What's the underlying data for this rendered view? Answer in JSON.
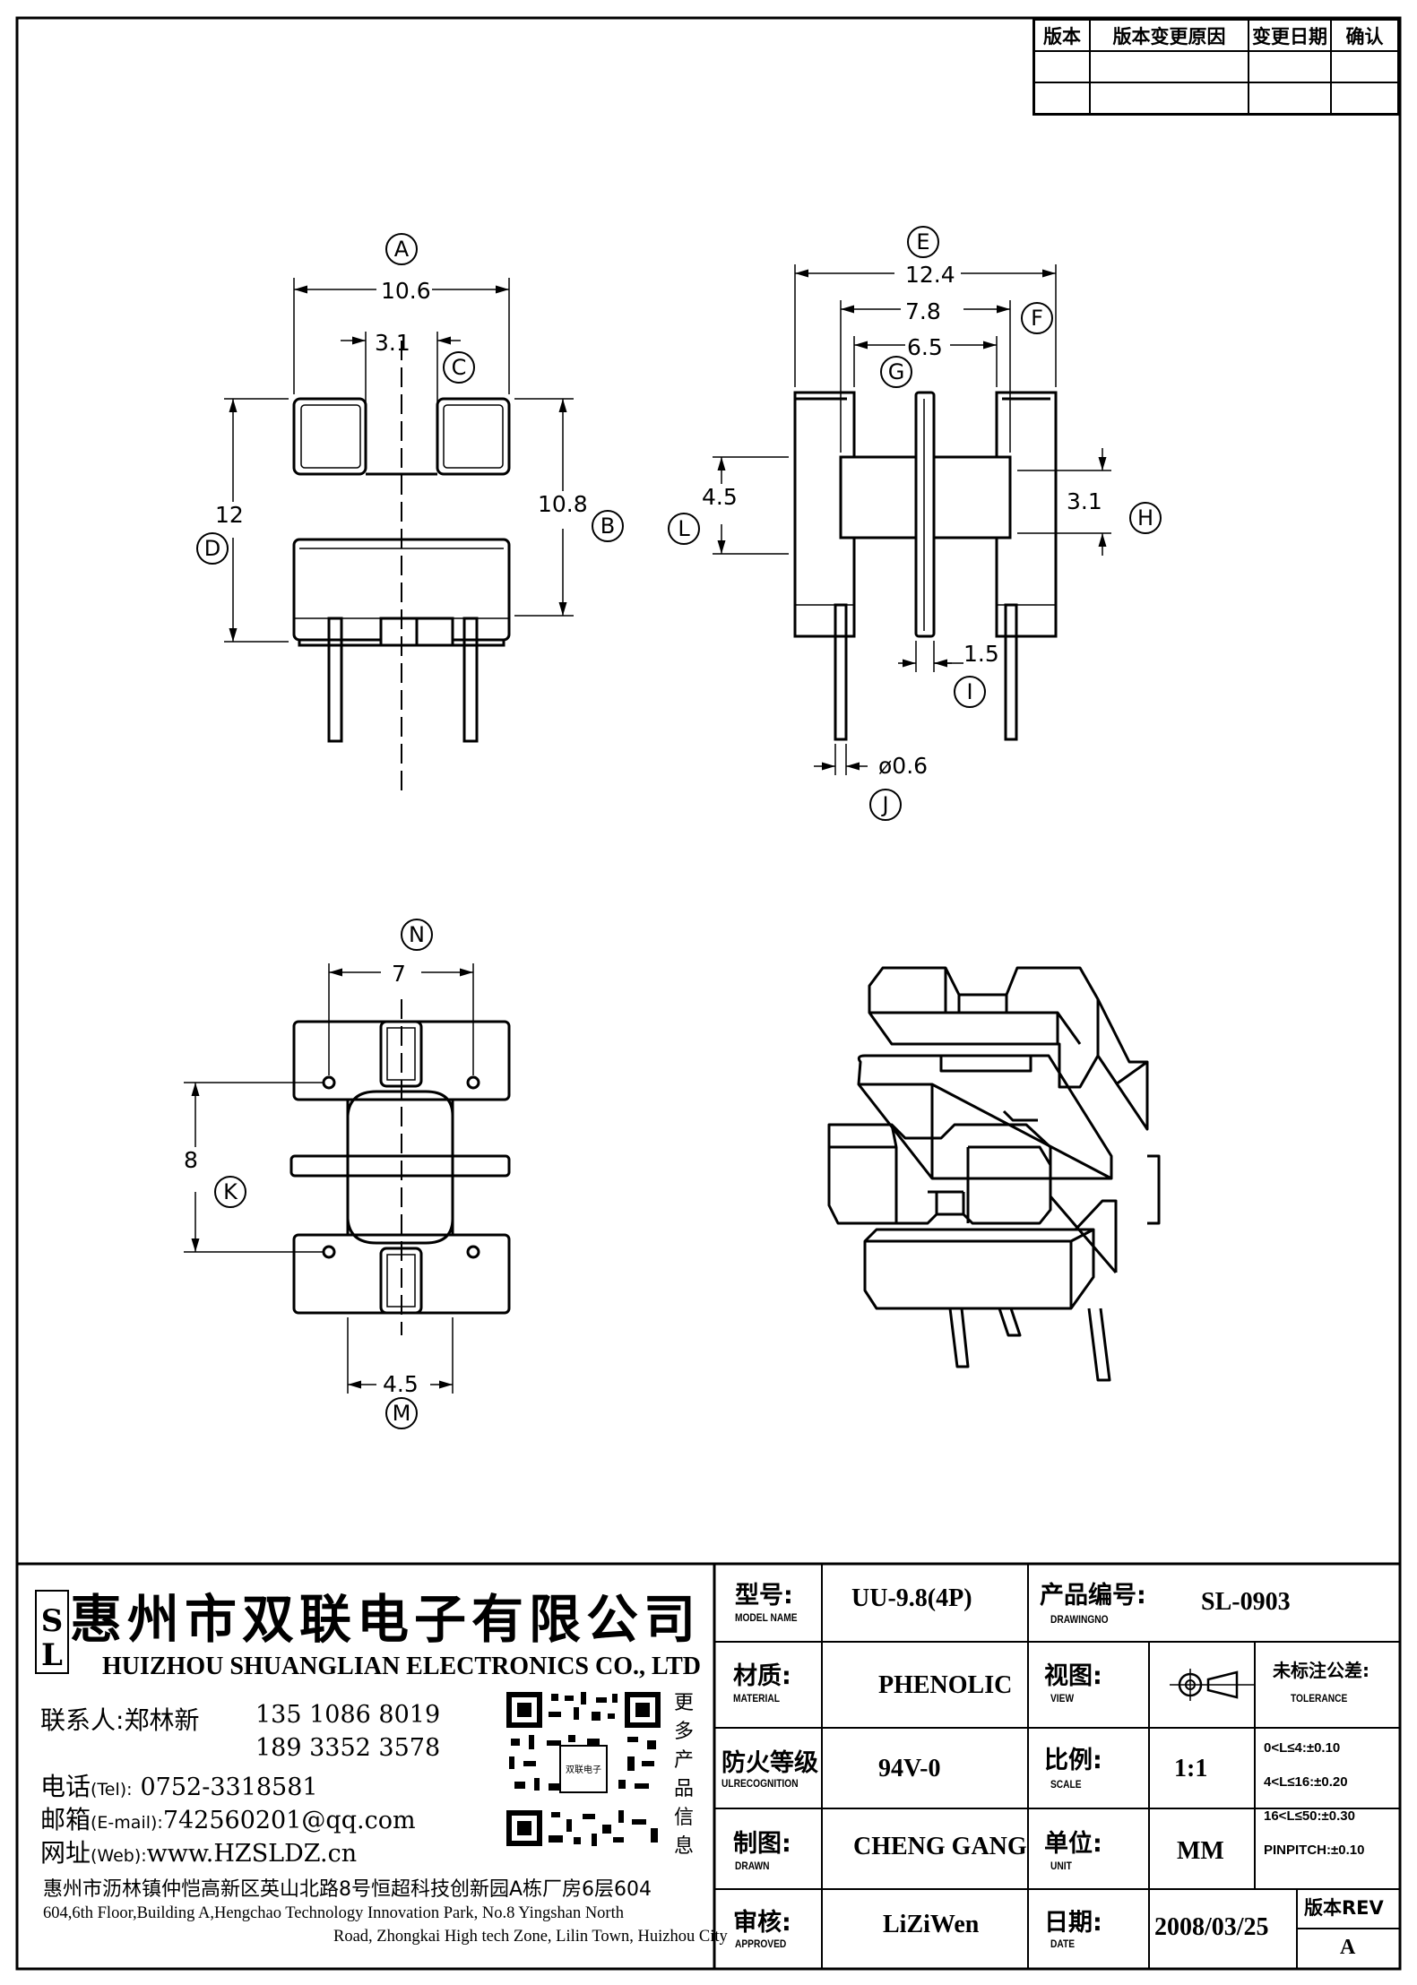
{
  "revision_table": {
    "headers": [
      "版本",
      "版本变更原因",
      "变更日期",
      "确认"
    ]
  },
  "dimensions": {
    "A": {
      "letter": "A",
      "value": "10.6"
    },
    "B": {
      "letter": "B",
      "value": "10.8"
    },
    "C": {
      "letter": "C",
      "value": "3.1"
    },
    "D": {
      "letter": "D",
      "value": "12"
    },
    "E": {
      "letter": "E",
      "value": "12.4"
    },
    "F": {
      "letter": "F",
      "value": "7.8"
    },
    "G": {
      "letter": "G",
      "value": "6.5"
    },
    "H": {
      "letter": "H",
      "value": "3.1"
    },
    "I": {
      "letter": "I",
      "value": "1.5"
    },
    "J": {
      "letter": "J",
      "value": "ø0.6"
    },
    "K": {
      "letter": "K",
      "value": "8"
    },
    "L": {
      "letter": "L",
      "value": "4.5"
    },
    "M": {
      "letter": "M",
      "value": "4.5"
    },
    "N": {
      "letter": "N",
      "value": "7"
    }
  },
  "company": {
    "logo_text": "SL",
    "name_cn": "惠州市双联电子有限公司",
    "name_en": "HUIZHOU SHUANGLIAN ELECTRONICS CO., LTD",
    "contact_label": "联系人:",
    "contact_name": "郑林新",
    "phone1": "135 1086 8019",
    "phone2": "189 3352 3578",
    "tel_label": "电话",
    "tel_sub": "(Tel):",
    "tel": "0752-3318581",
    "email_label": "邮箱",
    "email_sub": "(E-mail):",
    "email": "742560201@qq.com",
    "web_label": "网址",
    "web_sub": "(Web):",
    "web": "www.HZSLDZ.cn",
    "qr_caption": [
      "更",
      "多",
      "产",
      "品",
      "信",
      "息"
    ],
    "address_cn": "惠州市沥林镇仲恺高新区英山北路8号恒超科技创新园A栋厂房6层604",
    "address_en_1": "604,6th Floor,Building A,Hengchao Technology Innovation Park, No.8 Yingshan North",
    "address_en_2": "Road, Zhongkai High tech Zone, Lilin Town, Huizhou City"
  },
  "title_block": {
    "model_label": "型号:",
    "model_sub": "MODEL NAME",
    "model_value": "UU-9.8(4P)",
    "drawing_no_label": "产品编号:",
    "drawing_no_sub": "DRAWINGNO",
    "drawing_no_value": "SL-0903",
    "material_label": "材质:",
    "material_sub": "MATERIAL",
    "material_value": "PHENOLIC",
    "view_label": "视图:",
    "view_sub": "VIEW",
    "tolerance_label": "未标注公差:",
    "tolerance_sub": "TOLERANCE",
    "tolerances": [
      "0<L≤4:±0.10",
      "4<L≤16:±0.20",
      "16<L≤50:±0.30",
      "PINPITCH:±0.10"
    ],
    "fire_label": "防火等级",
    "fire_sub": "ULRECOGNITION",
    "fire_value": "94V-0",
    "scale_label": "比例:",
    "scale_sub": "SCALE",
    "scale_value": "1:1",
    "drawn_label": "制图:",
    "drawn_sub": "DRAWN",
    "drawn_value": "CHENG GANG",
    "unit_label": "单位:",
    "unit_sub": "UNIT",
    "unit_value": "MM",
    "approved_label": "审核:",
    "approved_sub": "APPROVED",
    "approved_value": "LiZiWen",
    "date_label": "日期:",
    "date_sub": "DATE",
    "date_value": "2008/03/25",
    "rev_label": "版本REV",
    "rev_value": "A"
  }
}
